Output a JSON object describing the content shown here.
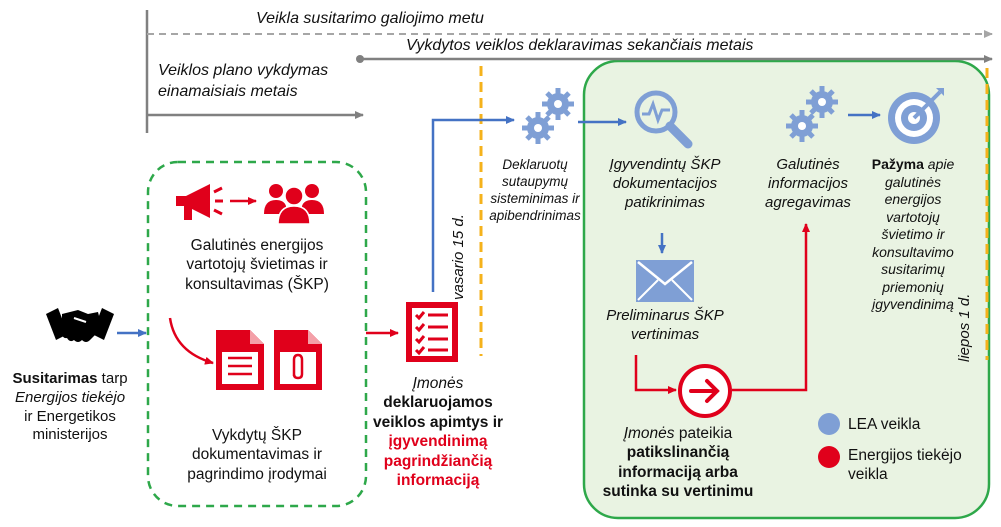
{
  "colors": {
    "blue": "#4472c4",
    "red": "#e0001b",
    "green": "#2ea84a",
    "orange": "#f5b21b",
    "grey": "#808080",
    "icon_blue": "#7f9fd5",
    "green_fill": "#e9f3e2"
  },
  "timeline": {
    "line1": "Veikla susitarimo galiojimo metu",
    "line2": "Vykdytos veiklos deklaravimas sekančiais metais",
    "line3a": "Veiklos plano vykdymas",
    "line3b": "einamaisiais metais"
  },
  "agreement": {
    "bold": "Susitarimas",
    "rest1": " tarp",
    "line2": "Energijos tiekėjo",
    "line3": "ir Energetikos",
    "line4": "ministerijos"
  },
  "education": {
    "l1": "Galutinės energijos",
    "l2": "vartotojų švietimas ir",
    "l3": "konsultavimas (ŠKP)"
  },
  "documents": {
    "l1": "Vykdytų  ŠKP",
    "l2": "dokumentavimas ir",
    "l3": "pagrindimo įrodymai"
  },
  "company": {
    "l1": "Įmonės",
    "l2": "deklaruojamos",
    "l3": "veiklos apimtys ir",
    "l4": "įgyvendinimą",
    "l5": "pagrindžiančią",
    "l6": "informaciją"
  },
  "deadline1": "vasario 15 d.",
  "deadline2": "liepos 1 d.",
  "systemizing": {
    "l1": "Deklaruotų",
    "l2": "sutaupymų",
    "l3": "sisteminimas ir",
    "l4": "apibendrinimas"
  },
  "checking": {
    "l1": "Įgyvendintų ŠKP",
    "l2": "dokumentacijos",
    "l3": "patikrinimas"
  },
  "preliminary": {
    "l1": "Preliminarus ŠKP",
    "l2": "vertinimas"
  },
  "specifying": {
    "l1a": "Įmonės",
    "l1b": " pateikia",
    "l2": "patikslinančią",
    "l3": "informaciją arba",
    "l4": "sutinka su vertinimu"
  },
  "aggregation": {
    "l1": "Galutinės",
    "l2": "informacijos",
    "l3": "agregavimas"
  },
  "certificate": {
    "l1a": "Pažyma",
    "l1b": " apie",
    "l2": "galutinės",
    "l3": "energijos",
    "l4": "vartotojų",
    "l5": "švietimo ir",
    "l6": "konsultavimo",
    "l7": "susitarimų",
    "l8": "priemonių",
    "l9": "įgyvendinimą"
  },
  "legend": {
    "lea": "LEA veikla",
    "supplier1": "Energijos tiekėjo",
    "supplier2": "veikla"
  },
  "icons": [
    "handshake-icon",
    "megaphone-icon",
    "people-icon",
    "pdf-document-icon",
    "attachment-document-icon",
    "checklist-icon",
    "gears-icon",
    "magnifier-chart-icon",
    "envelope-icon",
    "arrow-circle-icon",
    "target-icon"
  ]
}
